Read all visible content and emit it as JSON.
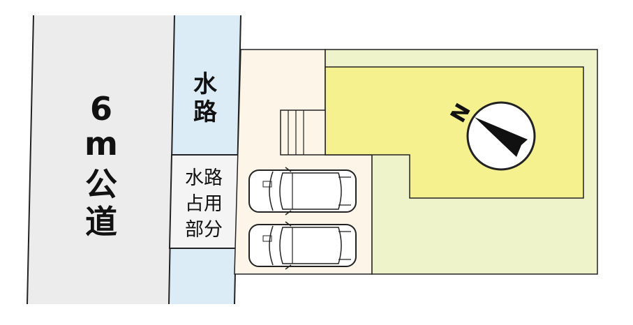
{
  "road": {
    "chars": [
      "6",
      "m",
      "公",
      "道"
    ]
  },
  "waterway": {
    "chars": [
      "水",
      "路"
    ]
  },
  "waterway_use": {
    "lines": [
      "水路",
      "占用",
      "部分"
    ]
  },
  "compass": {
    "north_letter": "N"
  },
  "colors": {
    "road_fill": "#ececec",
    "waterway_fill": "#dcecf7",
    "lot_fill": "#fdf6e8",
    "garden_fill": "#eef3c9",
    "house_fill": "#f5f18f",
    "outline": "#222222"
  }
}
